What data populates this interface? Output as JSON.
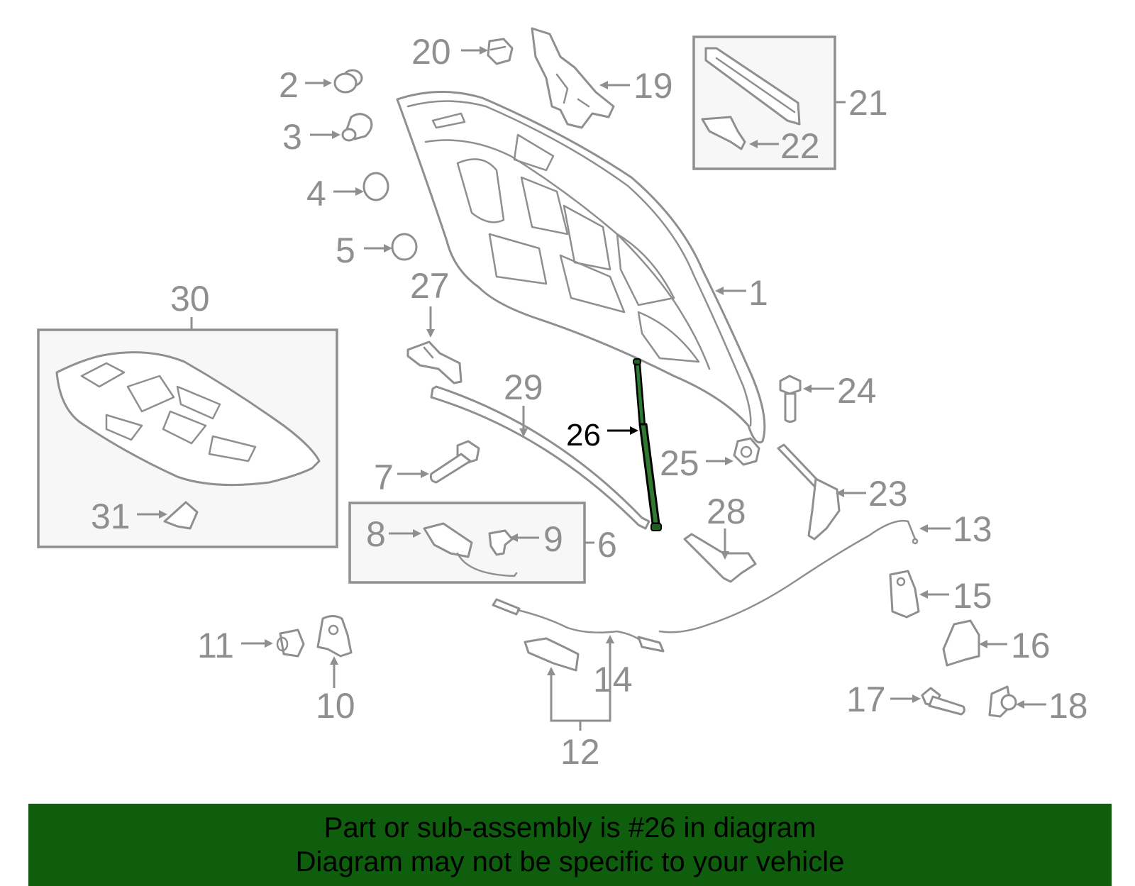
{
  "colors": {
    "highlight_part": "#2f7a2f",
    "banner_background": "#0e5e0e",
    "part_outline": "#8f8f8f"
  },
  "callouts": {
    "c1": "1",
    "c2": "2",
    "c3": "3",
    "c4": "4",
    "c5": "5",
    "c6": "6",
    "c7": "7",
    "c8": "8",
    "c9": "9",
    "c10": "10",
    "c11": "11",
    "c12": "12",
    "c13": "13",
    "c14": "14",
    "c15": "15",
    "c16": "16",
    "c17": "17",
    "c18": "18",
    "c19": "19",
    "c20": "20",
    "c21": "21",
    "c22": "22",
    "c23": "23",
    "c24": "24",
    "c25": "25",
    "c26": "26",
    "c27": "27",
    "c28": "28",
    "c29": "29",
    "c30": "30",
    "c31": "31"
  },
  "highlighted_callout": "26",
  "banner": {
    "line1": "Part or sub-assembly is #26 in diagram",
    "line2": "Diagram may not be specific to your vehicle"
  }
}
